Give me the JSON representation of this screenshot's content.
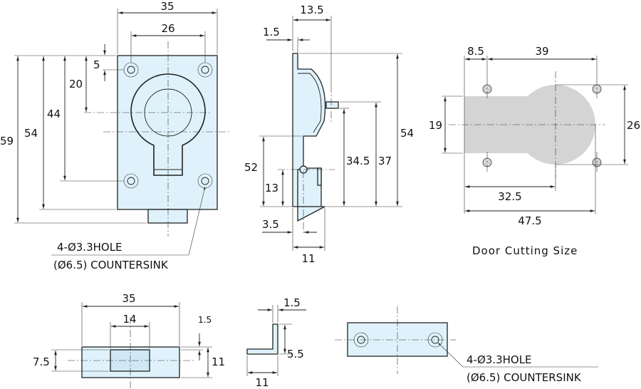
{
  "front_view": {
    "dims": {
      "width": "35",
      "hole_spacing": "26",
      "hole_offset": "5",
      "ring_center": "20",
      "hole_vertical": "44",
      "plate_height": "54",
      "total_height": "59"
    },
    "note_line1": "4-Ø3.3HOLE",
    "note_line2": "(Ø6.5) COUNTERSINK"
  },
  "side_view": {
    "dims": {
      "depth": "13.5",
      "plate": "1.5",
      "height": "54",
      "pin_height": "37",
      "pin_lower": "34.5",
      "step": "52",
      "pivot": "13",
      "latch_offset": "3.5",
      "body_depth": "11"
    }
  },
  "door_cutting": {
    "title": "Door Cutting Size",
    "dims": {
      "edge_to_hole": "8.5",
      "hole_spacing": "39",
      "slot_height": "19",
      "circle_dia": "26",
      "to_center": "32.5",
      "total_width": "47.5"
    }
  },
  "bottom_view": {
    "dims": {
      "width": "35",
      "inner": "14",
      "thickness": "1.5",
      "inner_height": "7.5",
      "height": "11"
    }
  },
  "bracket_view": {
    "dims": {
      "thickness": "1.5",
      "height": "5.5",
      "width": "11"
    }
  },
  "back_view": {
    "note_line1": "4-Ø3.3HOLE",
    "note_line2": "(Ø6.5) COUNTERSINK"
  },
  "colors": {
    "part_fill": "#dff2fb",
    "cut_fill": "#d4d4d4",
    "line": "#222222"
  }
}
